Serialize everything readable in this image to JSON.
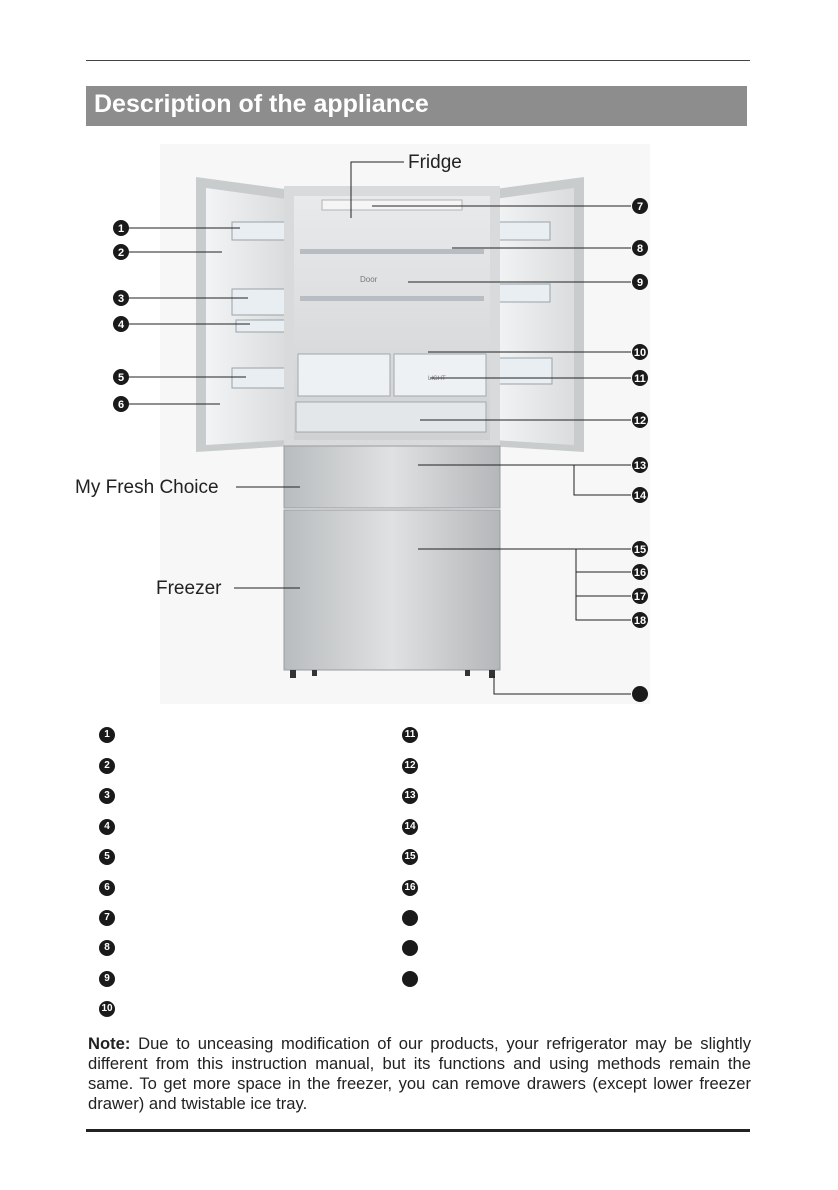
{
  "section": {
    "title": "Description of the appliance"
  },
  "figure": {
    "fridge_label": "Fridge",
    "fresh_label": "My Fresh Choice",
    "freezer_label": "Freezer",
    "callouts": [
      "1",
      "2",
      "3",
      "4",
      "5",
      "6",
      "7",
      "8",
      "9",
      "10",
      "11",
      "12",
      "13",
      "14",
      "15",
      "16",
      "17",
      "18",
      ""
    ],
    "display_text": "Door",
    "drawer_text": "LIGHT"
  },
  "legend": {
    "left": [
      "1",
      "2",
      "3",
      "4",
      "5",
      "6",
      "7",
      "8",
      "9",
      "10"
    ],
    "right": [
      "11",
      "12",
      "13",
      "14",
      "15",
      "16",
      "",
      "",
      ""
    ]
  },
  "note": {
    "label": "Note:",
    "text": " Due to unceasing modification of our products, your refrigerator may be slightly different from this instruction manual, but its functions and using methods remain the same. To get more space in the freezer, you can remove drawers (except lower freezer drawer) and twistable ice tray."
  }
}
